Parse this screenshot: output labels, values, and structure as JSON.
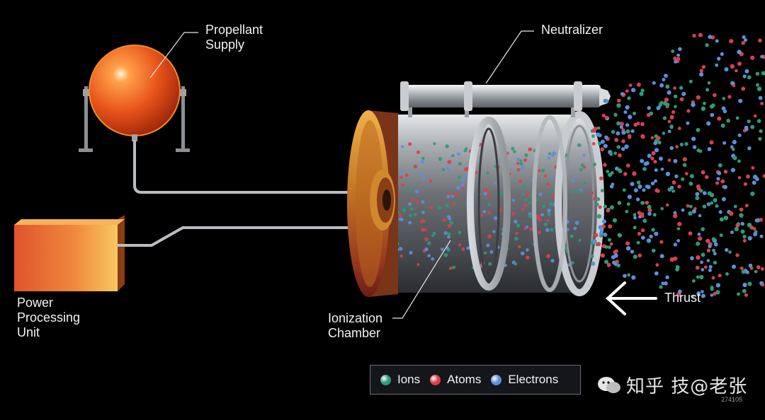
{
  "labels": {
    "propellant": "Propellant\nSupply",
    "neutralizer": "Neutralizer",
    "power": "Power\nProcessing\nUnit",
    "ionization": "Ionization\nChamber",
    "thrust": "Thrust"
  },
  "legend": [
    {
      "label": "Ions",
      "color": "#2f9a78"
    },
    {
      "label": "Atoms",
      "color": "#d8404e"
    },
    {
      "label": "Electrons",
      "color": "#5d8fd8"
    }
  ],
  "watermark": {
    "text": "知乎 技@老张",
    "code": "274105"
  }
}
